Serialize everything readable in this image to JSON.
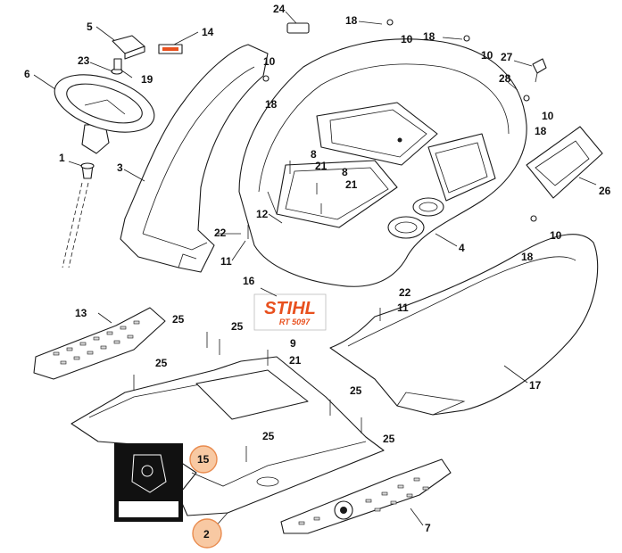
{
  "diagram": {
    "brand_label": {
      "brand": "STIHL",
      "model": "RT 5097",
      "brand_color": "#e8501e"
    },
    "callouts": [
      {
        "id": "c1",
        "text": "1"
      },
      {
        "id": "c2",
        "text": "2",
        "highlighted": true
      },
      {
        "id": "c3",
        "text": "3"
      },
      {
        "id": "c4",
        "text": "4"
      },
      {
        "id": "c5",
        "text": "5"
      },
      {
        "id": "c6",
        "text": "6"
      },
      {
        "id": "c7",
        "text": "7"
      },
      {
        "id": "c8a",
        "text": "8"
      },
      {
        "id": "c8b",
        "text": "8"
      },
      {
        "id": "c9",
        "text": "9"
      },
      {
        "id": "c10a",
        "text": "10"
      },
      {
        "id": "c10b",
        "text": "10"
      },
      {
        "id": "c10c",
        "text": "10"
      },
      {
        "id": "c10d",
        "text": "10"
      },
      {
        "id": "c10e",
        "text": "10"
      },
      {
        "id": "c11a",
        "text": "11"
      },
      {
        "id": "c11b",
        "text": "11"
      },
      {
        "id": "c12",
        "text": "12"
      },
      {
        "id": "c13",
        "text": "13"
      },
      {
        "id": "c14",
        "text": "14"
      },
      {
        "id": "c15",
        "text": "15",
        "highlighted": true
      },
      {
        "id": "c16",
        "text": "16"
      },
      {
        "id": "c17",
        "text": "17"
      },
      {
        "id": "c18a",
        "text": "18"
      },
      {
        "id": "c18b",
        "text": "18"
      },
      {
        "id": "c18c",
        "text": "18"
      },
      {
        "id": "c18d",
        "text": "18"
      },
      {
        "id": "c18e",
        "text": "18"
      },
      {
        "id": "c19",
        "text": "19"
      },
      {
        "id": "c21a",
        "text": "21"
      },
      {
        "id": "c21b",
        "text": "21"
      },
      {
        "id": "c21c",
        "text": "21"
      },
      {
        "id": "c22a",
        "text": "22"
      },
      {
        "id": "c22b",
        "text": "22"
      },
      {
        "id": "c23",
        "text": "23"
      },
      {
        "id": "c24",
        "text": "24"
      },
      {
        "id": "c25a",
        "text": "25"
      },
      {
        "id": "c25b",
        "text": "25"
      },
      {
        "id": "c25c",
        "text": "25"
      },
      {
        "id": "c25d",
        "text": "25"
      },
      {
        "id": "c25e",
        "text": "25"
      },
      {
        "id": "c25f",
        "text": "25"
      },
      {
        "id": "c26",
        "text": "26"
      },
      {
        "id": "c27",
        "text": "27"
      },
      {
        "id": "c28",
        "text": "28"
      }
    ],
    "colors": {
      "line": "#1a1a1a",
      "highlight_fill": "#f8c9a3",
      "highlight_stroke": "#e98b4e",
      "brand_red": "#e8501e"
    }
  }
}
